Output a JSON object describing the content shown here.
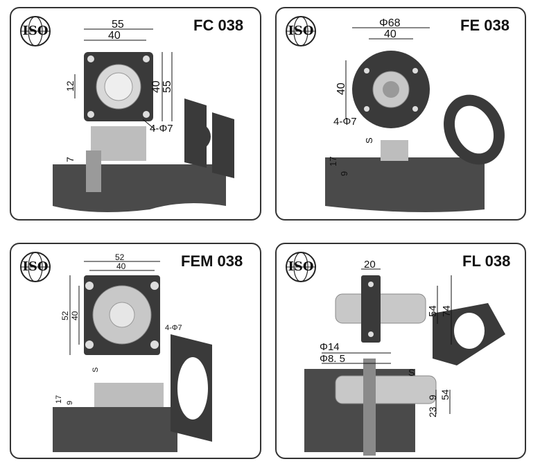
{
  "iso_label": "ISO",
  "panels": [
    {
      "code": "FC 038",
      "dims": {
        "d55": "55",
        "d40": "40",
        "d12": "12",
        "v40": "40",
        "v55": "55",
        "holes": "4-Φ7",
        "d7": "7"
      }
    },
    {
      "code": "FE 038",
      "dims": {
        "phi68": "Φ68",
        "d40": "40",
        "v40": "40",
        "holes": "4-Φ7",
        "s": "S",
        "d17": "17",
        "d9": "9"
      }
    },
    {
      "code": "FEM 038",
      "dims": {
        "d52": "52",
        "d40": "40",
        "v52": "52",
        "v40": "40",
        "holes": "4-Φ7",
        "s": "S",
        "d17": "17",
        "d9": "9"
      }
    },
    {
      "code": "FL 038",
      "dims": {
        "d20": "20",
        "v54": "54",
        "v74": "74",
        "phi14": "Φ14",
        "phi85": "Φ8. 5",
        "s": "S",
        "d9": "9",
        "d23": "23",
        "d54": "54"
      }
    }
  ],
  "colors": {
    "dark_plate": "#3a3a3a",
    "metal": "#c8c8c8",
    "section": "#4a4a4a",
    "border": "#333333"
  }
}
